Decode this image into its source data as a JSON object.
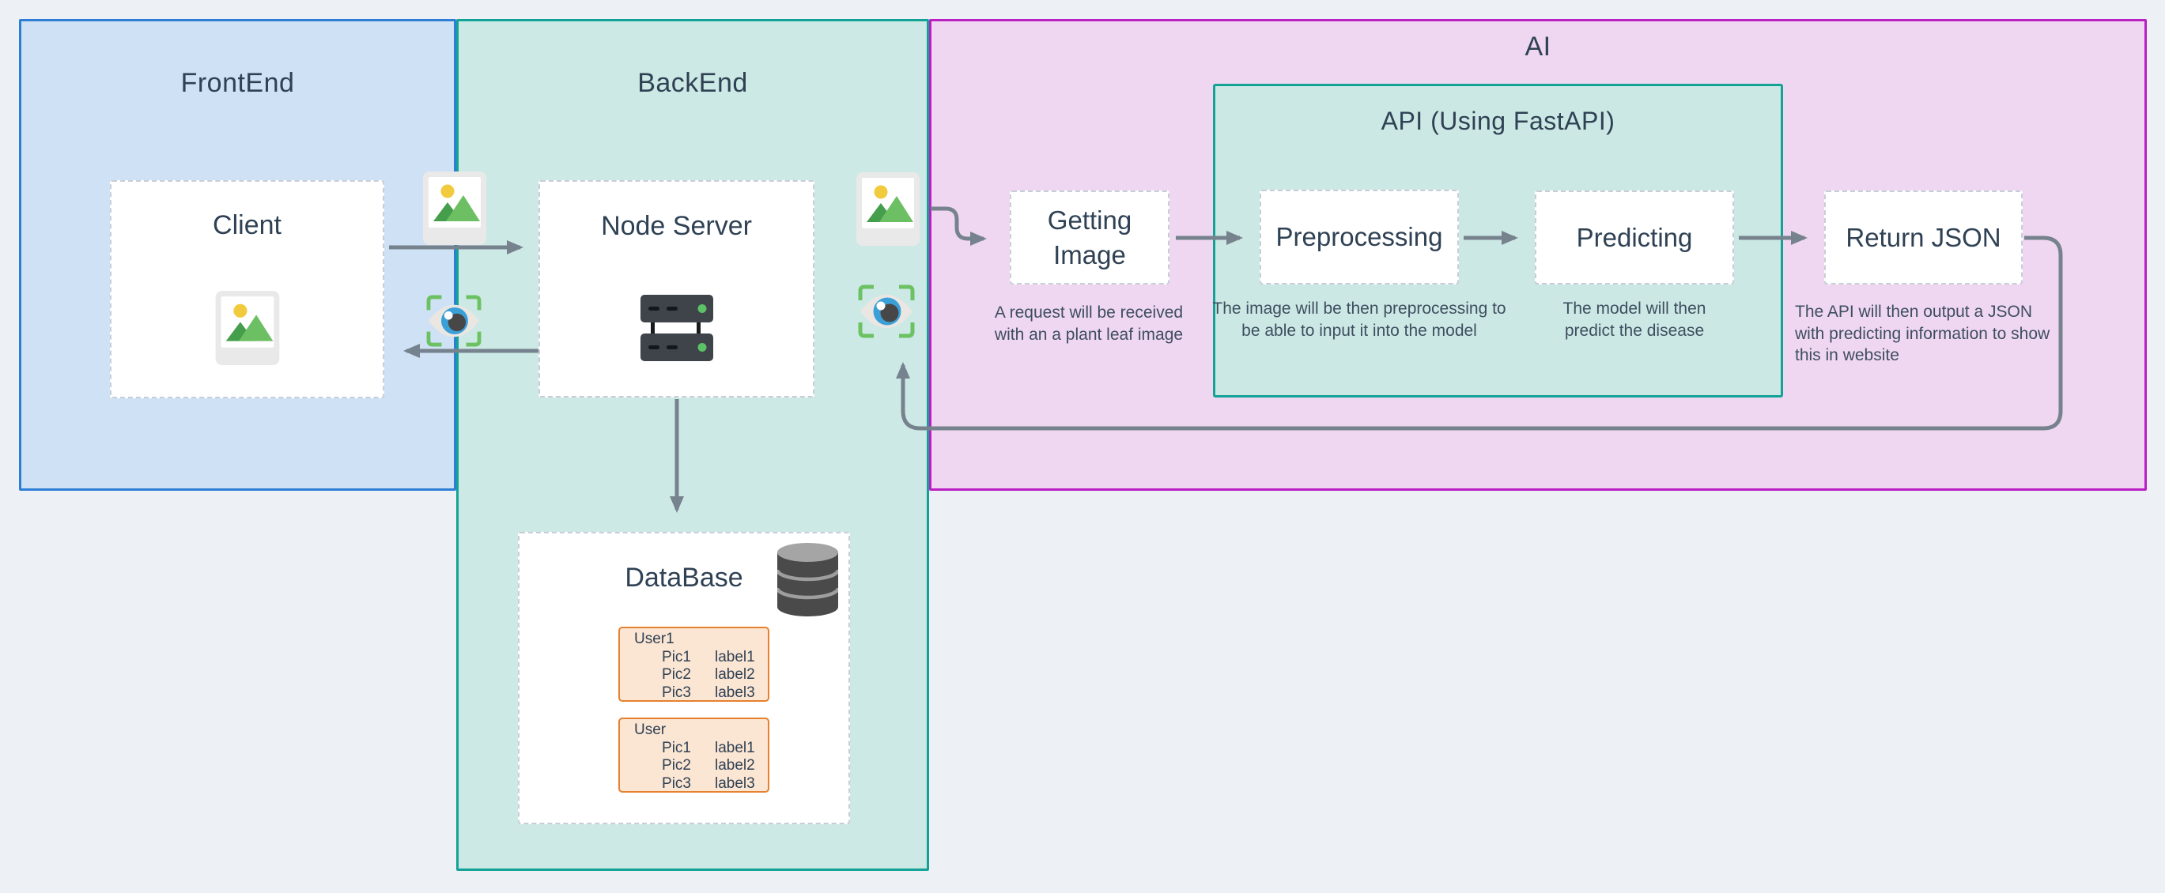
{
  "panels": {
    "frontend": {
      "title": "FrontEnd"
    },
    "backend": {
      "title": "BackEnd"
    },
    "ai": {
      "title": "AI"
    },
    "api": {
      "title": "API (Using FastAPI)"
    }
  },
  "nodes": {
    "client": {
      "label": "Client"
    },
    "node_server": {
      "label": "Node Server"
    },
    "database": {
      "label": "DataBase"
    },
    "getting_image": {
      "label": "Getting Image",
      "caption": "A request will be received with an a plant leaf image"
    },
    "preprocessing": {
      "label": "Preprocessing",
      "caption": "The image will be then preprocessing to be able to input it into the model"
    },
    "predicting": {
      "label": "Predicting",
      "caption": "The model will then predict the disease"
    },
    "return_json": {
      "label": "Return JSON",
      "caption": "The API will then output a JSON with predicting information to show this in website"
    }
  },
  "database": {
    "tables": [
      {
        "name": "User1",
        "rows": [
          {
            "pic": "Pic1",
            "label": "label1"
          },
          {
            "pic": "Pic2",
            "label": "label2"
          },
          {
            "pic": "Pic3",
            "label": "label3"
          }
        ]
      },
      {
        "name": "User",
        "rows": [
          {
            "pic": "Pic1",
            "label": "label1"
          },
          {
            "pic": "Pic2",
            "label": "label2"
          },
          {
            "pic": "Pic3",
            "label": "label3"
          }
        ]
      }
    ]
  },
  "icons": {
    "image_icon": "framed picture with sun and mountains",
    "eye_scan_icon": "eye inside green viewfinder brackets",
    "server_icon": "two stacked server racks with green status leds",
    "database_icon": "gray database cylinder"
  },
  "colors": {
    "background": "#edf1f6",
    "frontend_fill": "#cfe1f4",
    "frontend_border": "#2e7ed5",
    "backend_fill": "#cde9e5",
    "backend_border": "#12a396",
    "ai_fill": "#f0d7f1",
    "ai_border": "#ba1fc4",
    "api_fill": "#cce8e4",
    "arrow": "#76838e",
    "table_fill": "#fbe5d3",
    "table_border": "#e5812f",
    "text": "#2f4154"
  }
}
